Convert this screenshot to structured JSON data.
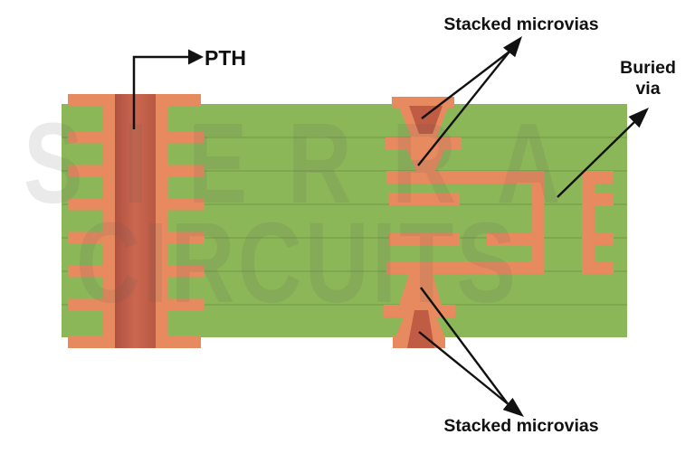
{
  "diagram": {
    "type": "pcb-cross-section",
    "labels": {
      "pth": "PTH",
      "stacked_microvias_top": "Stacked microvias",
      "buried_via": [
        "Buried",
        "via"
      ],
      "stacked_microvias_bottom": "Stacked microvias"
    },
    "watermark": {
      "line1": "SIERRA",
      "line2": "CIRCUITS"
    },
    "colors": {
      "board_substrate": "#8CB758",
      "layer_boundary_line": "#7AA24D",
      "copper": "#E78A5F",
      "drill_hole_dark": "#C05B44",
      "annotation_black": "#111111",
      "background": "#FFFFFF"
    },
    "layer_boundary_count": 6
  }
}
